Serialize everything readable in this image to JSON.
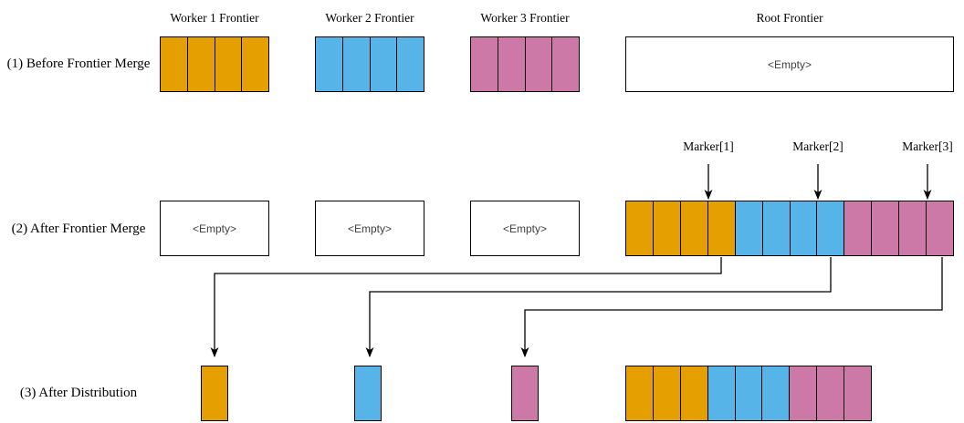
{
  "palette": {
    "worker1": "#E69F00",
    "worker2": "#56B4E9",
    "worker3": "#CC79A7",
    "stroke": "#000000"
  },
  "row_labels": {
    "before": "(1) Before Frontier Merge",
    "after": "(2) After Frontier Merge",
    "distribution": "(3) After Distribution"
  },
  "column_titles": {
    "worker1": "Worker 1 Frontier",
    "worker2": "Worker 2 Frontier",
    "worker3": "Worker 3 Frontier",
    "root": "Root Frontier"
  },
  "empty_label": "<Empty>",
  "markers": [
    {
      "label": "Marker[1]"
    },
    {
      "label": "Marker[2]"
    },
    {
      "label": "Marker[3]"
    }
  ],
  "boxes": {
    "before_worker1": {
      "segments": [
        {
          "color": "worker1",
          "cells": 4
        }
      ]
    },
    "before_worker2": {
      "segments": [
        {
          "color": "worker2",
          "cells": 4
        }
      ]
    },
    "before_worker3": {
      "segments": [
        {
          "color": "worker3",
          "cells": 4
        }
      ]
    },
    "after_root": {
      "segments": [
        {
          "color": "worker1",
          "cells": 4
        },
        {
          "color": "worker2",
          "cells": 4
        },
        {
          "color": "worker3",
          "cells": 4
        }
      ]
    },
    "dist_worker1": {
      "segments": [
        {
          "color": "worker1",
          "cells": 1
        }
      ]
    },
    "dist_worker2": {
      "segments": [
        {
          "color": "worker2",
          "cells": 1
        }
      ]
    },
    "dist_worker3": {
      "segments": [
        {
          "color": "worker3",
          "cells": 1
        }
      ]
    },
    "dist_root": {
      "segments": [
        {
          "color": "worker1",
          "cells": 3
        },
        {
          "color": "worker2",
          "cells": 3
        },
        {
          "color": "worker3",
          "cells": 3
        }
      ]
    }
  }
}
